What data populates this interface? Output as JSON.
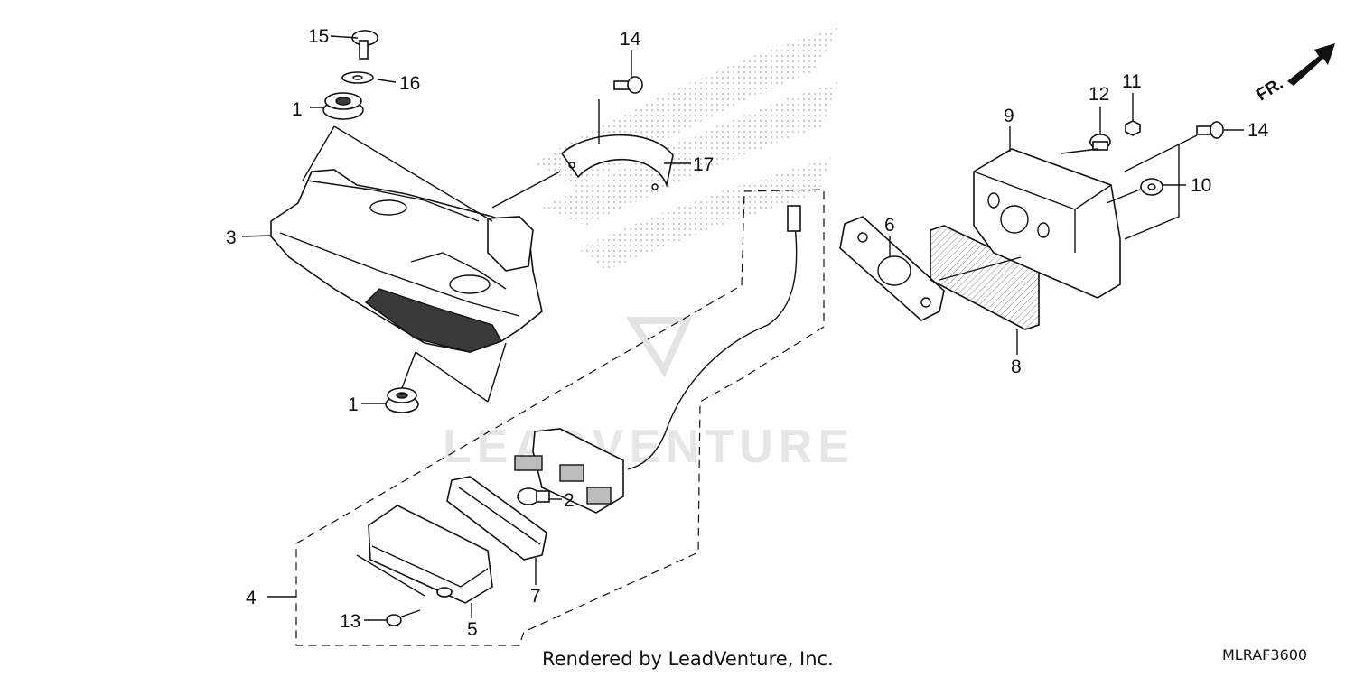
{
  "diagram": {
    "callouts": {
      "p1_upper": "1",
      "p1_lower": "1",
      "p2": "2",
      "p3": "3",
      "p4": "4",
      "p5": "5",
      "p6": "6",
      "p7": "7",
      "p8": "8",
      "p9": "9",
      "p10": "10",
      "p11": "11",
      "p12": "12",
      "p13": "13",
      "p14_top": "14",
      "p14_right": "14",
      "p15": "15",
      "p16": "16",
      "p17": "17"
    },
    "direction_label": "FR.",
    "watermark": "LEADVENTURE"
  },
  "footer": {
    "credit": "Rendered by LeadVenture, Inc.",
    "code": "MLRAF3600"
  },
  "colors": {
    "line": "#111111",
    "watermark": "#e6e6e6",
    "shade": "#3a3a3a"
  }
}
